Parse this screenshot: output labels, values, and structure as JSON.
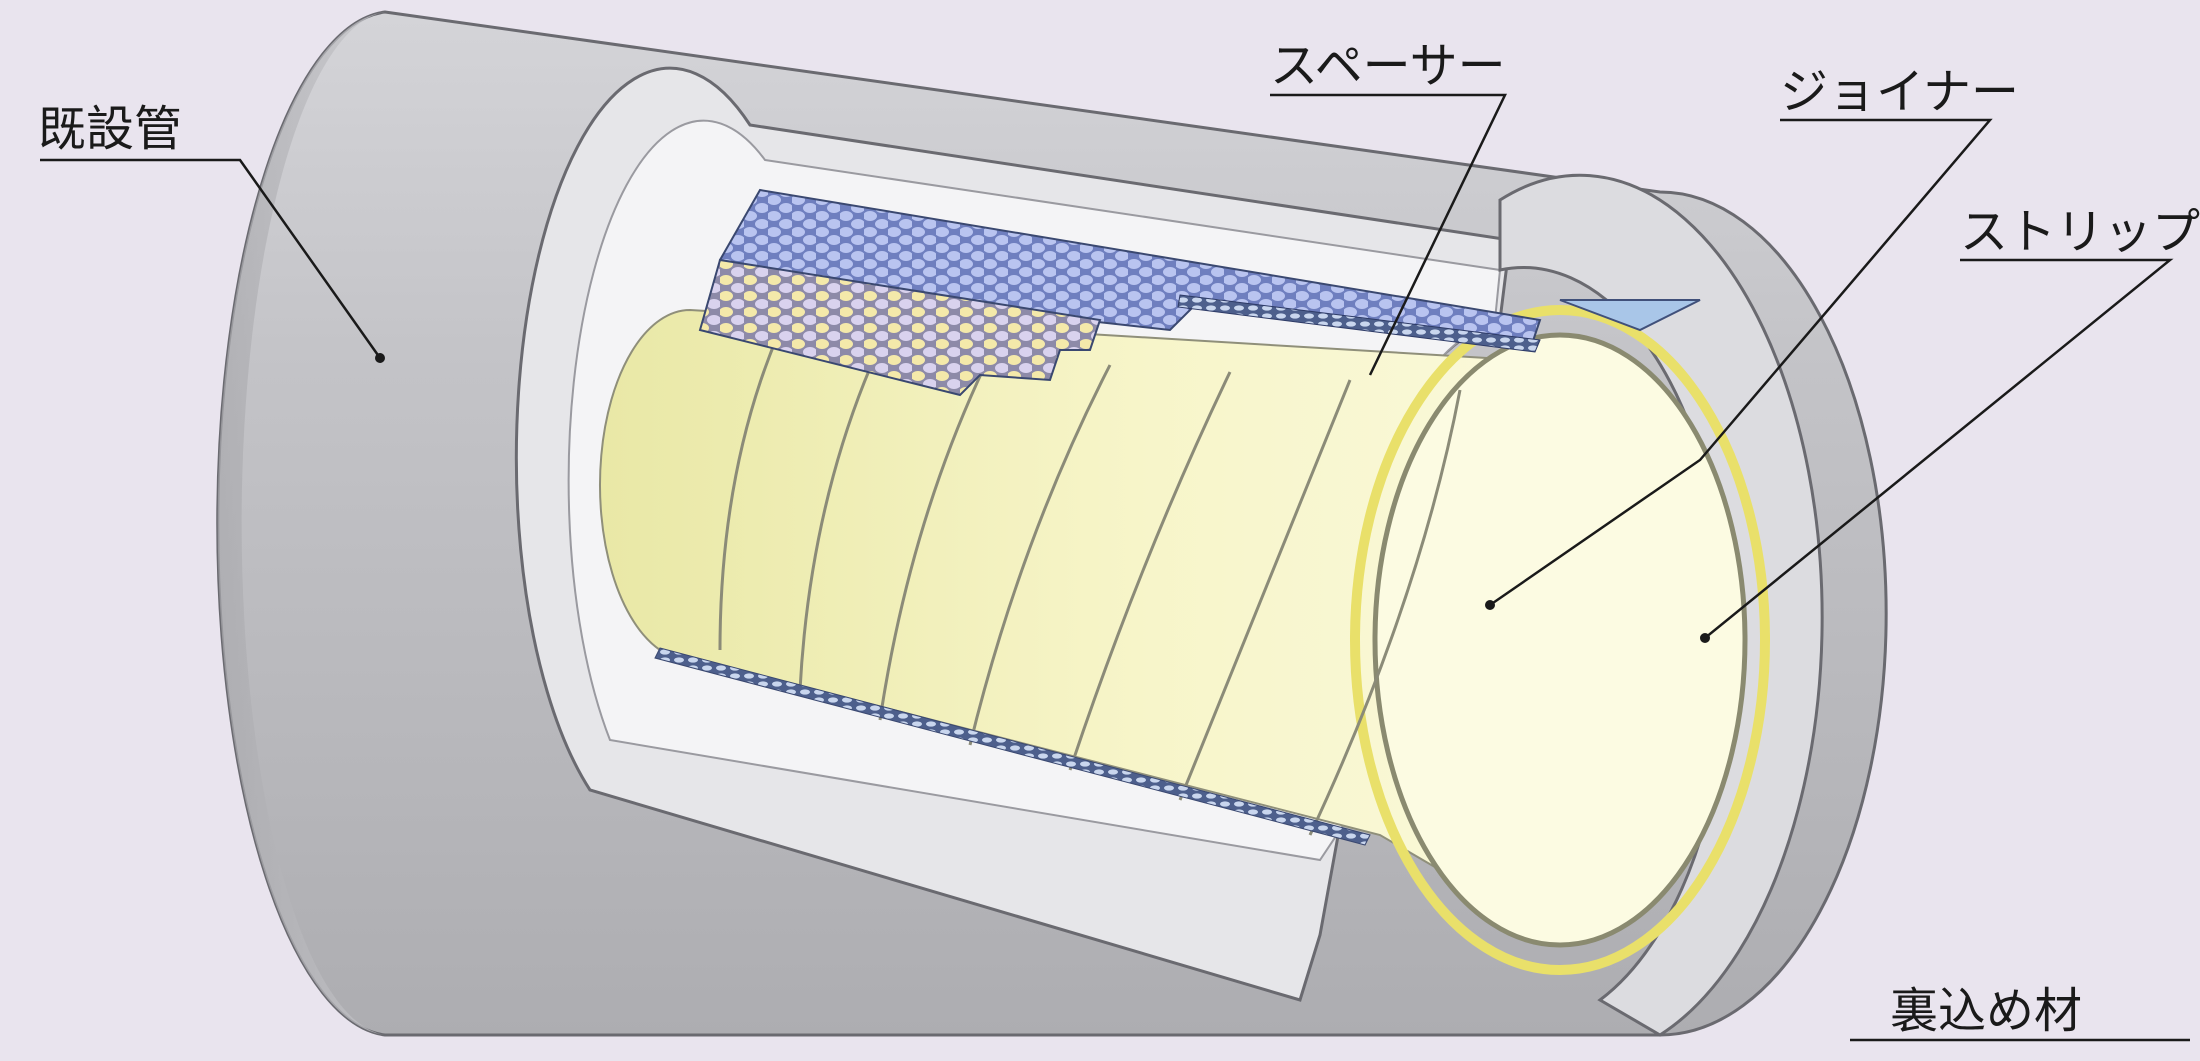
{
  "labels": {
    "existing_pipe": "既設管",
    "spacer": "スペーサー",
    "joiner": "ジョイナー",
    "strip": "ストリップ",
    "backfill": "裏込め材"
  },
  "colors": {
    "background": "#e9e4ee",
    "outer_pipe": "#bdbdc2",
    "pipe_wall": "#d9d9dc",
    "lining": "#f6f4c4",
    "spacer_blue": "#8e9fe0",
    "spacer_yellow": "#f2e6a4",
    "joiner_blue": "#9fbde0"
  }
}
